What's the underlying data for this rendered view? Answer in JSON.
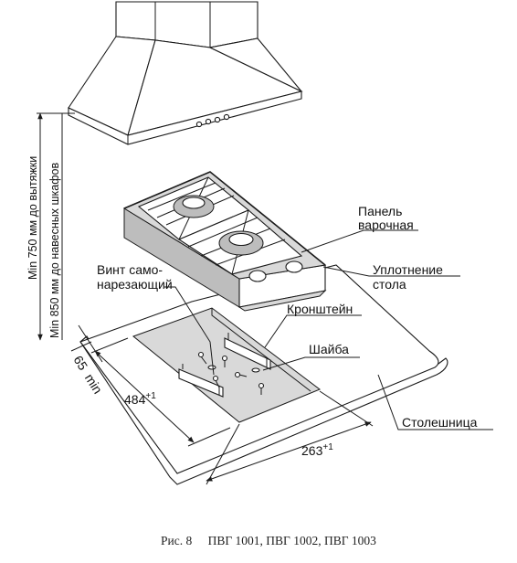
{
  "labels": {
    "panel_line1": "Панель",
    "panel_line2": "варочная",
    "seal_line1": "Уплотнение",
    "seal_line2": "стола",
    "screw_line1": "Винт само-",
    "screw_line2": "нарезающий",
    "bracket": "Кронштейн",
    "washer": "Шайба",
    "countertop": "Столешница"
  },
  "dimensions": {
    "min_hood": "Min 750 мм до вытяжки",
    "min_cabinets": "Min 850 мм до навесных шкафов",
    "edge_min_value": "65",
    "edge_min_suffix": "min",
    "depth_value": "484",
    "depth_tolerance": "+1",
    "width_value": "263",
    "width_tolerance": "+1"
  },
  "caption": {
    "figure": "Рис. 8",
    "models": "ПВГ 1001, ПВГ 1002, ПВГ 1003"
  }
}
